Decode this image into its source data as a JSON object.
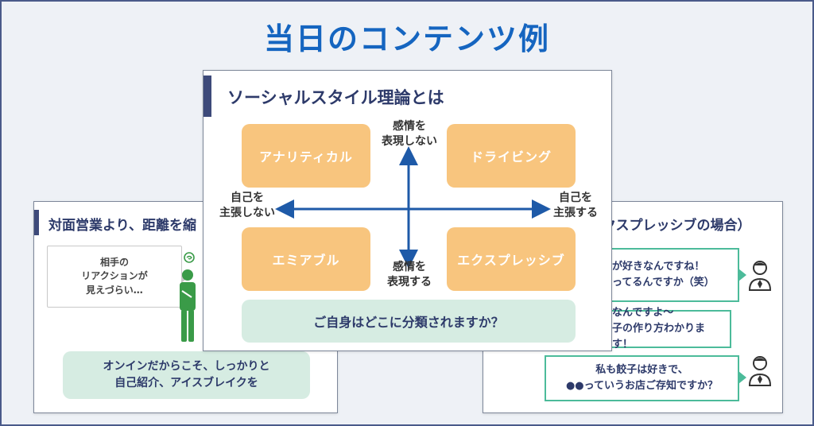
{
  "page": {
    "title": "当日のコンテンツ例"
  },
  "left_slide": {
    "title": "対面営業より、距離を縮",
    "bubble_lines": [
      "相手の",
      "リアクションが",
      "見えづらい…"
    ],
    "box_lines": [
      "オンインだからこそ、しっかりと",
      "自己紹介、アイスブレイクを"
    ],
    "person_color": "#3a9b48"
  },
  "center_slide": {
    "title": "ソーシャルスタイル理論とは",
    "quadrants": {
      "top_left": "アナリティカル",
      "top_right": "ドライビング",
      "bottom_left": "エミアブル",
      "bottom_right": "エクスプレッシブ"
    },
    "axis_labels": {
      "top": [
        "感情を",
        "表現しない"
      ],
      "bottom": [
        "感情を",
        "表現する"
      ],
      "left": [
        "自己を",
        "主張しない"
      ],
      "right": [
        "自己を",
        "主張する"
      ]
    },
    "question": "ご自身はどこに分類されますか？",
    "colors": {
      "quadrant": "#f8c57e",
      "axis": "#1e5aa8",
      "question_bg": "#d6ece2"
    }
  },
  "right_slide": {
    "title": "クスプレッシブの場合）",
    "speech1_lines": [
      "が好きなんですね！",
      "ってるんですか（笑）"
    ],
    "speech2_lines": [
      "なんですよ～",
      "子の作り方わかります！"
    ],
    "speech3_lines": [
      "私も餃子は好きで、",
      "●●っていうお店ご存知ですか？"
    ],
    "bubble_border": "#4cbb9a"
  },
  "colors": {
    "title": "#1565c0",
    "text_navy": "#2d3a6a",
    "green_box": "#d6ece2"
  }
}
